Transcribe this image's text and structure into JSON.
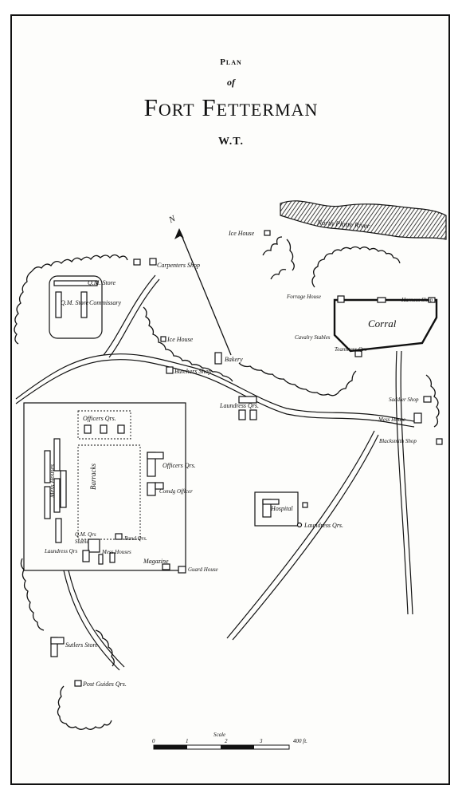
{
  "title": {
    "plan": "Plan",
    "of": "of",
    "name": "Fort Fetterman",
    "territory": "W.T."
  },
  "north_label": "N",
  "river_label": "North Platte River",
  "labels": {
    "ice_house_top": "Ice House",
    "carpenters_shop": "Carpenters Shop",
    "qm_store": "Q.M. Store",
    "qm_store_2": "Q.M. Store",
    "commissary": "Commissary",
    "ice_house": "Ice House",
    "bakery": "Bakery",
    "butchers_shop": "Butchers Shop",
    "forage_house": "Forrage House",
    "cavalry_stables": "Cavalry Stables",
    "corral": "Corral",
    "harness_shop": "Harness Shop",
    "teamsters_qrs": "Teamsters Qrs",
    "laundress_qrs_top": "Laundress Qrs.",
    "saddler_shop": "Saddler Shop",
    "mess_house": "Mess House",
    "blacksmith_shop": "Blacksmith Shop",
    "officers_qrs_north": "Officers Qrs.",
    "officers_qrs_east": "Officers Qrs.",
    "comdg_officer": "Comdg Officer",
    "mess_houses_west": "Mess Houses",
    "barracks": "Barracks",
    "hospital": "Hospital",
    "laundress_qrs_hospital": "Laundress Qrs.",
    "qm_qrs": "Q.M. Qrs",
    "stable": "Stable",
    "band_qrs": "Band Qrs.",
    "laundress_qrs_bottom": "Laundress Qrs",
    "mess_houses_bottom": "Mess Houses",
    "magazine": "Magazine",
    "guard_house": "Guard House",
    "sutlers_store": "Sutlers Store",
    "post_guides_qrs": "Post Guides Qrs."
  },
  "scale": {
    "label": "Scale",
    "ticks": [
      "0",
      "1",
      "2",
      "3",
      "400 ft."
    ]
  },
  "colors": {
    "ink": "#111111",
    "paper": "#fdfdfb"
  }
}
